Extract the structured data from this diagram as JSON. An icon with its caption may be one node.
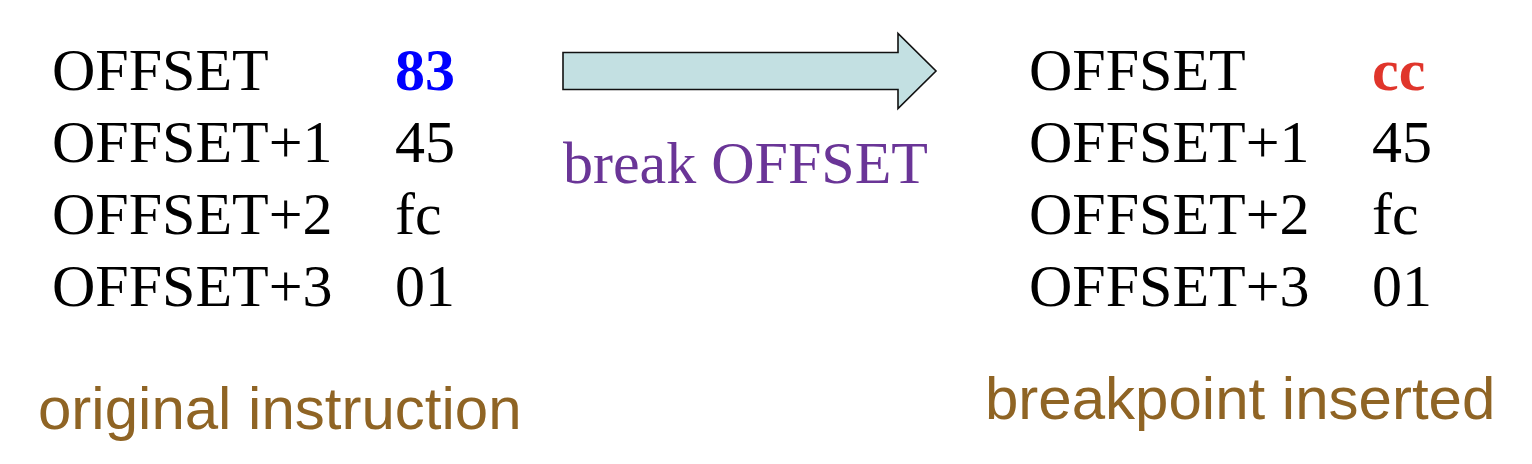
{
  "diagram": {
    "nodes": [
      {
        "text": [
          "OFFSET",
          "83",
          "OFFSET+1",
          "45",
          "OFFSET+2",
          "fc",
          "OFFSET+3",
          "01"
        ],
        "beside": [
          "original instruction"
        ]
      },
      {
        "text": [
          "OFFSET",
          "cc",
          "OFFSET+1",
          "45",
          "OFFSET+2",
          "fc",
          "OFFSET+3",
          "01"
        ],
        "beside": [
          "breakpoint inserted"
        ]
      }
    ],
    "edges": [
      {
        "from": 0,
        "to": 1,
        "arrow": "to",
        "label": "break OFFSET"
      }
    ]
  }
}
